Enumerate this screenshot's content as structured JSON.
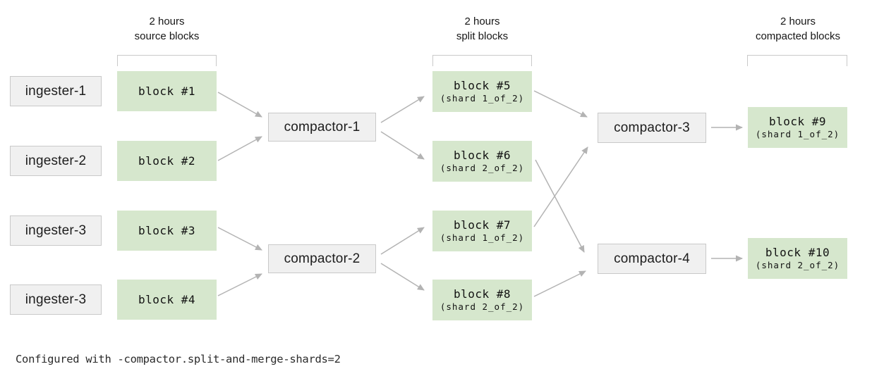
{
  "colors": {
    "block_green": "#d6e7cd",
    "box_gray_fill": "#f0f0f0",
    "box_gray_border": "#c9c9c9",
    "arrow": "#b3b3b3",
    "bracket": "#c9c9c9"
  },
  "headers": [
    {
      "line1": "2 hours",
      "line2": "source blocks"
    },
    {
      "line1": "2 hours",
      "line2": "split blocks"
    },
    {
      "line1": "2 hours",
      "line2": "compacted blocks"
    }
  ],
  "ingesters": [
    {
      "label": "ingester-1"
    },
    {
      "label": "ingester-2"
    },
    {
      "label": "ingester-3"
    },
    {
      "label": "ingester-3"
    }
  ],
  "source_blocks": [
    {
      "label": "block #1"
    },
    {
      "label": "block #2"
    },
    {
      "label": "block #3"
    },
    {
      "label": "block #4"
    }
  ],
  "compactors_stage1": [
    {
      "label": "compactor-1"
    },
    {
      "label": "compactor-2"
    }
  ],
  "split_blocks": [
    {
      "label": "block #5",
      "shard": "(shard 1_of_2)"
    },
    {
      "label": "block #6",
      "shard": "(shard 2_of_2)"
    },
    {
      "label": "block #7",
      "shard": "(shard 1_of_2)"
    },
    {
      "label": "block #8",
      "shard": "(shard 2_of_2)"
    }
  ],
  "compactors_stage2": [
    {
      "label": "compactor-3"
    },
    {
      "label": "compactor-4"
    }
  ],
  "compacted_blocks": [
    {
      "label": "block #9",
      "shard": "(shard 1_of_2)"
    },
    {
      "label": "block #10",
      "shard": "(shard 2_of_2)"
    }
  ],
  "edges": [
    {
      "from": "block-1",
      "to": "compactor-1"
    },
    {
      "from": "block-2",
      "to": "compactor-1"
    },
    {
      "from": "block-3",
      "to": "compactor-2"
    },
    {
      "from": "block-4",
      "to": "compactor-2"
    },
    {
      "from": "compactor-1",
      "to": "block-5"
    },
    {
      "from": "compactor-1",
      "to": "block-6"
    },
    {
      "from": "compactor-2",
      "to": "block-7"
    },
    {
      "from": "compactor-2",
      "to": "block-8"
    },
    {
      "from": "block-5",
      "to": "compactor-3"
    },
    {
      "from": "block-6",
      "to": "compactor-4"
    },
    {
      "from": "block-7",
      "to": "compactor-3"
    },
    {
      "from": "block-8",
      "to": "compactor-4"
    },
    {
      "from": "compactor-3",
      "to": "block-9"
    },
    {
      "from": "compactor-4",
      "to": "block-10"
    }
  ],
  "caption": "Configured with -compactor.split-and-merge-shards=2"
}
